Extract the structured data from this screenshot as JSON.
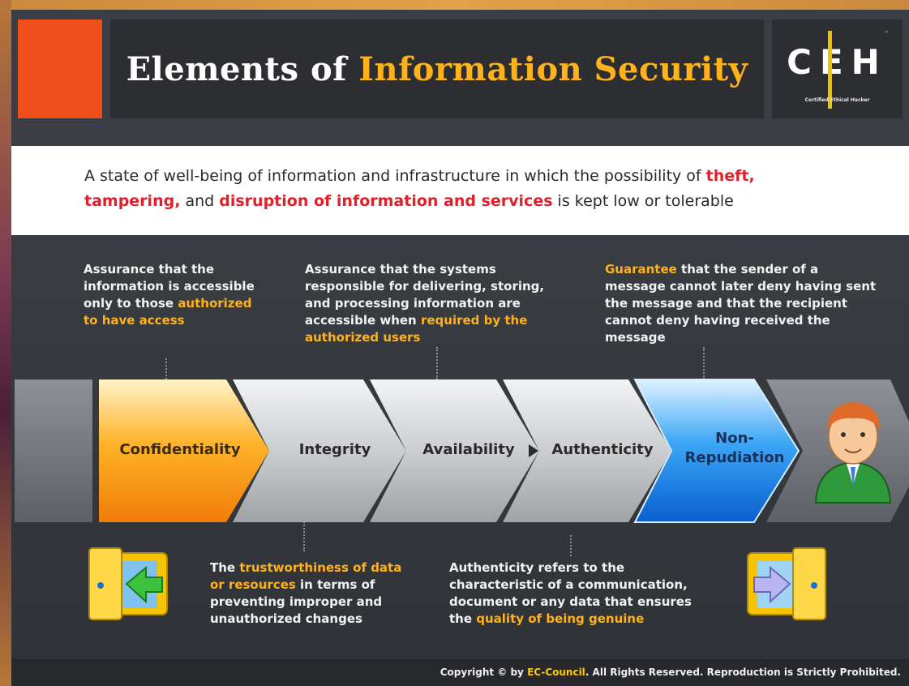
{
  "header": {
    "title_part1": "Elements of ",
    "title_part2": "Information Security",
    "logo_letters": "CEH",
    "logo_subtitle": "Certified  Ethical  Hacker",
    "logo_tm": "™"
  },
  "definition": {
    "part1": "A state of well-being of information and infrastructure in which the possibility of ",
    "theft": "theft,",
    "tampering": "tampering,",
    "part2": " and ",
    "disruption": "disruption of information and services",
    "part3": " is kept low or tolerable"
  },
  "descriptions": {
    "confidentiality": {
      "text": "Assurance that the information is accessible only to those ",
      "highlight": "authorized to have access"
    },
    "availability": {
      "text": "Assurance that the systems responsible for delivering, storing, and processing information are accessible when ",
      "highlight": "required by the authorized users"
    },
    "non_repudiation": {
      "highlight": "Guarantee",
      "text": " that the sender of a message cannot later deny having sent the message and that the recipient cannot deny having received the message"
    },
    "integrity": {
      "pre": "The ",
      "highlight": "trustworthiness of data or resources",
      "text": " in terms of preventing improper and unauthorized changes"
    },
    "authenticity": {
      "text": "Authenticity refers to the characteristic of a communication, document or any data that ensures the ",
      "highlight": "quality of being genuine"
    }
  },
  "elements": {
    "confidentiality": "Confidentiality",
    "integrity": "Integrity",
    "availability": "Availability",
    "authenticity": "Authenticity",
    "non_repudiation_line1": "Non-",
    "non_repudiation_line2": "Repudiation"
  },
  "colors": {
    "accent_orange": "#ffb21a",
    "accent_red": "#e0202a",
    "confidentiality": "#f7941d",
    "non_repudiation": "#1e88e5",
    "grey_chevron": "#c9cbce"
  },
  "icons": {
    "left_door": "door-arrow-left-icon",
    "right_door": "door-arrow-right-icon",
    "user": "user-avatar-icon"
  },
  "footer": {
    "prefix": "Copyright © by ",
    "brand": "EC-Council",
    "suffix": ". All Rights Reserved. Reproduction is Strictly Prohibited."
  }
}
